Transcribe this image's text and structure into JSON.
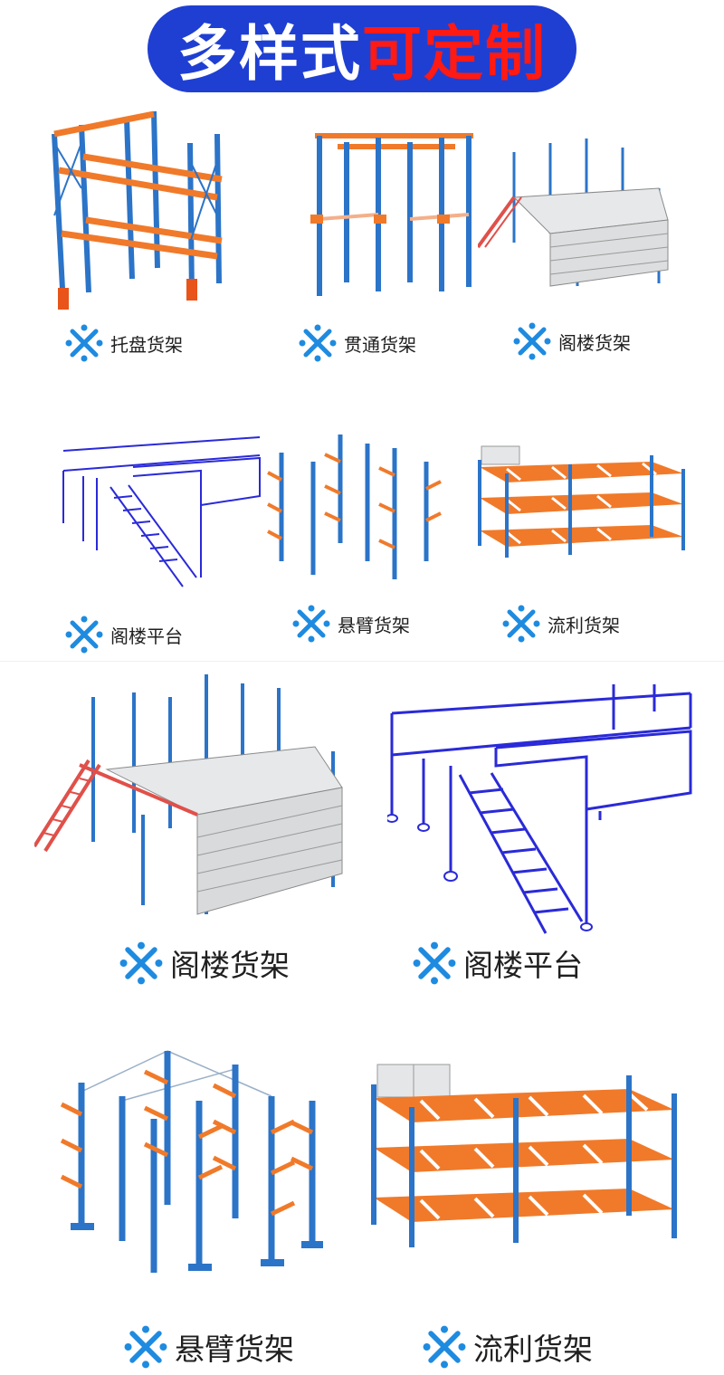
{
  "banner": {
    "title_white": "多样式",
    "title_red": "可定制"
  },
  "colors": {
    "banner_bg": "#1f3fd2",
    "title_red": "#ff1a14",
    "rack_blue": "#2b74c8",
    "beam_orange": "#f07a2a",
    "line_blue": "#2a2ad8",
    "mark_blue": "#1e8be0"
  },
  "icons": {
    "caption_mark": "x-dots-icon"
  },
  "section_small": {
    "row1": [
      "托盘货架",
      "贯通货架",
      "阁楼货架"
    ],
    "row2": [
      "阁楼平台",
      "悬臂货架",
      "流利货架"
    ]
  },
  "section_large": {
    "row1": [
      "阁楼货架",
      "阁楼平台"
    ],
    "row2": [
      "悬臂货架",
      "流利货架"
    ]
  }
}
